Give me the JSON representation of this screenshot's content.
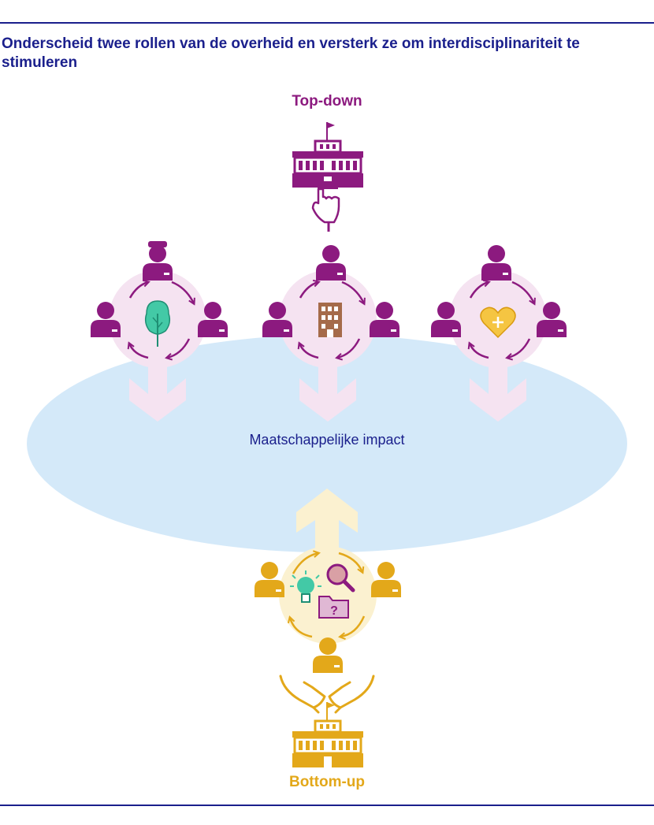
{
  "title": "Onderscheid twee rollen van de overheid en versterk ze om interdisciplinariteit te stimuleren",
  "top_label": "Top-down",
  "bottom_label": "Bottom-up",
  "impact_label": "Maatschappelijke impact",
  "colors": {
    "heading": "#1a1f8c",
    "top_down": "#8c1a7f",
    "bottom_up": "#e3a81a",
    "impact_field": "#d4e9f9",
    "top_circle": "#f5e3f1",
    "bottom_circle": "#fbf1d0",
    "tree": "#43c9a6",
    "building": "#a56b4a",
    "heart": "#f5c542",
    "bulb": "#43c9a6",
    "magnifier": "#d9a0a5",
    "folder": "#8c1a7f"
  },
  "icons": {
    "top_government": "government-building-icon",
    "top_hand": "pointing-down-hand-icon",
    "group_1_theme": "tree-icon",
    "group_2_theme": "building-icon",
    "group_3_theme": "heart-plus-icon",
    "bottom_themes": [
      "lightbulb-icon",
      "magnifier-icon",
      "question-folder-icon"
    ],
    "bottom_hands": "supporting-hands-icon",
    "bottom_government": "government-building-icon",
    "person": "person-icon",
    "cycle": "cycle-arrows-icon"
  }
}
